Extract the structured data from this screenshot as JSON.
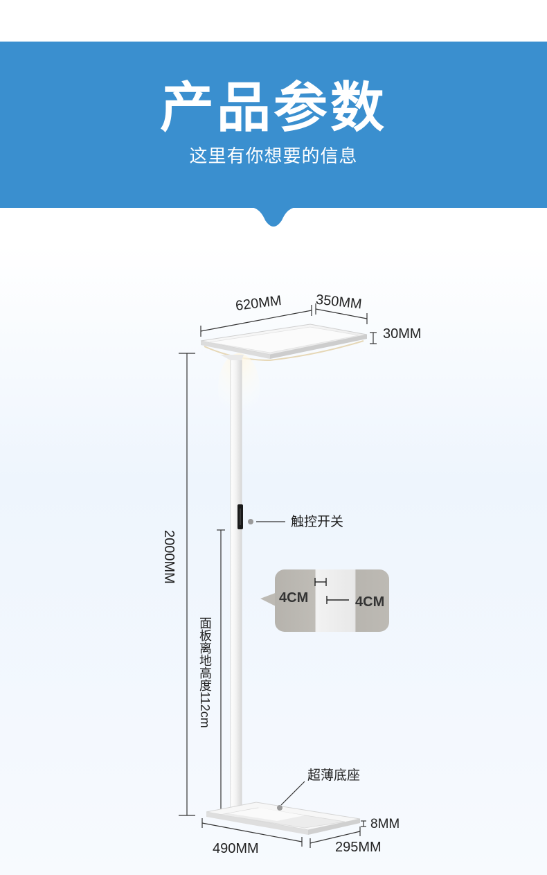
{
  "header": {
    "title": "产品参数",
    "subtitle": "这里有你想要的信息"
  },
  "colors": {
    "banner": "#3a8fcf",
    "lamp": "#f4f4f4",
    "line": "#333333"
  },
  "dimensions": {
    "panel_length": "620MM",
    "panel_width": "350MM",
    "panel_thickness": "30MM",
    "total_height": "2000MM",
    "panel_height_label": "面板离地高度112cm",
    "pole_width": "4CM",
    "pole_depth": "4CM",
    "base_thickness": "8MM",
    "base_length": "490MM",
    "base_width": "295MM"
  },
  "callouts": {
    "touch_switch": "触控开关",
    "base": "超薄底座"
  }
}
